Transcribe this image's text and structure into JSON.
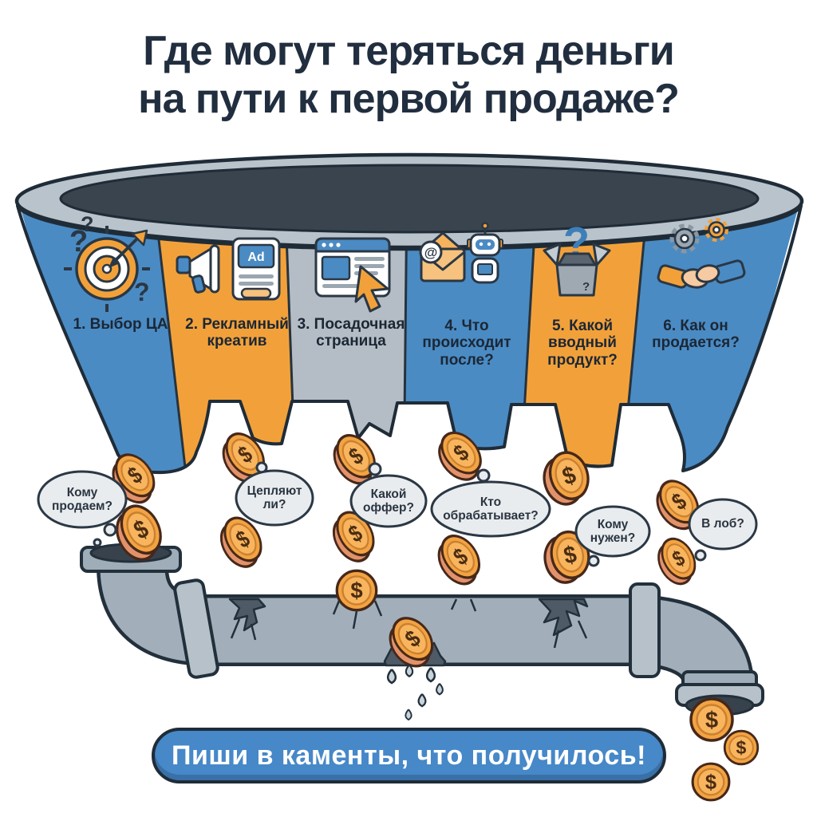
{
  "title": {
    "line1": "Где могут теряться деньги",
    "line2": "на пути к первой продаже?"
  },
  "funnel": {
    "segments": [
      {
        "label": "1. Выбор ЦА",
        "icon": "target-icon",
        "color": "#4a8bc4"
      },
      {
        "label": "2. Рекламный креатив",
        "icon": "megaphone-ad-icon",
        "color": "#f2a13a"
      },
      {
        "label": "3. Посадочная страница",
        "icon": "landing-page-icon",
        "color": "#b4bdc5"
      },
      {
        "label": "4. Что происходит после?",
        "icon": "email-robot-icon",
        "color": "#4a8bc4"
      },
      {
        "label": "5. Какой вводный продукт?",
        "icon": "mystery-box-icon",
        "color": "#f2a13a"
      },
      {
        "label": "6. Как он продается?",
        "icon": "gears-handshake-icon",
        "color": "#4a8bc4"
      }
    ]
  },
  "bubbles": [
    {
      "text": "Кому продаем?"
    },
    {
      "text": "Цепляют ли?"
    },
    {
      "text": "Какой оффер?"
    },
    {
      "text": "Кто обрабатывает?"
    },
    {
      "text": "Кому нужен?"
    },
    {
      "text": "В лоб?"
    }
  ],
  "banner": {
    "label": "Пиши в каменты, что получилось!"
  },
  "coin": {
    "symbol": "$"
  },
  "glyphs": {
    "question": "?",
    "ad": "Ad",
    "at": "@"
  },
  "colors": {
    "blue": "#4a8bc4",
    "orange": "#f2a13a",
    "gray": "#b4bdc5",
    "navy": "#1f2c38",
    "coin": "#f3a342",
    "pipe": "#a2afba",
    "banner_blue": "#4688c8",
    "rim_gray": "#b9c3cc",
    "rim_inner": "#39444e"
  }
}
